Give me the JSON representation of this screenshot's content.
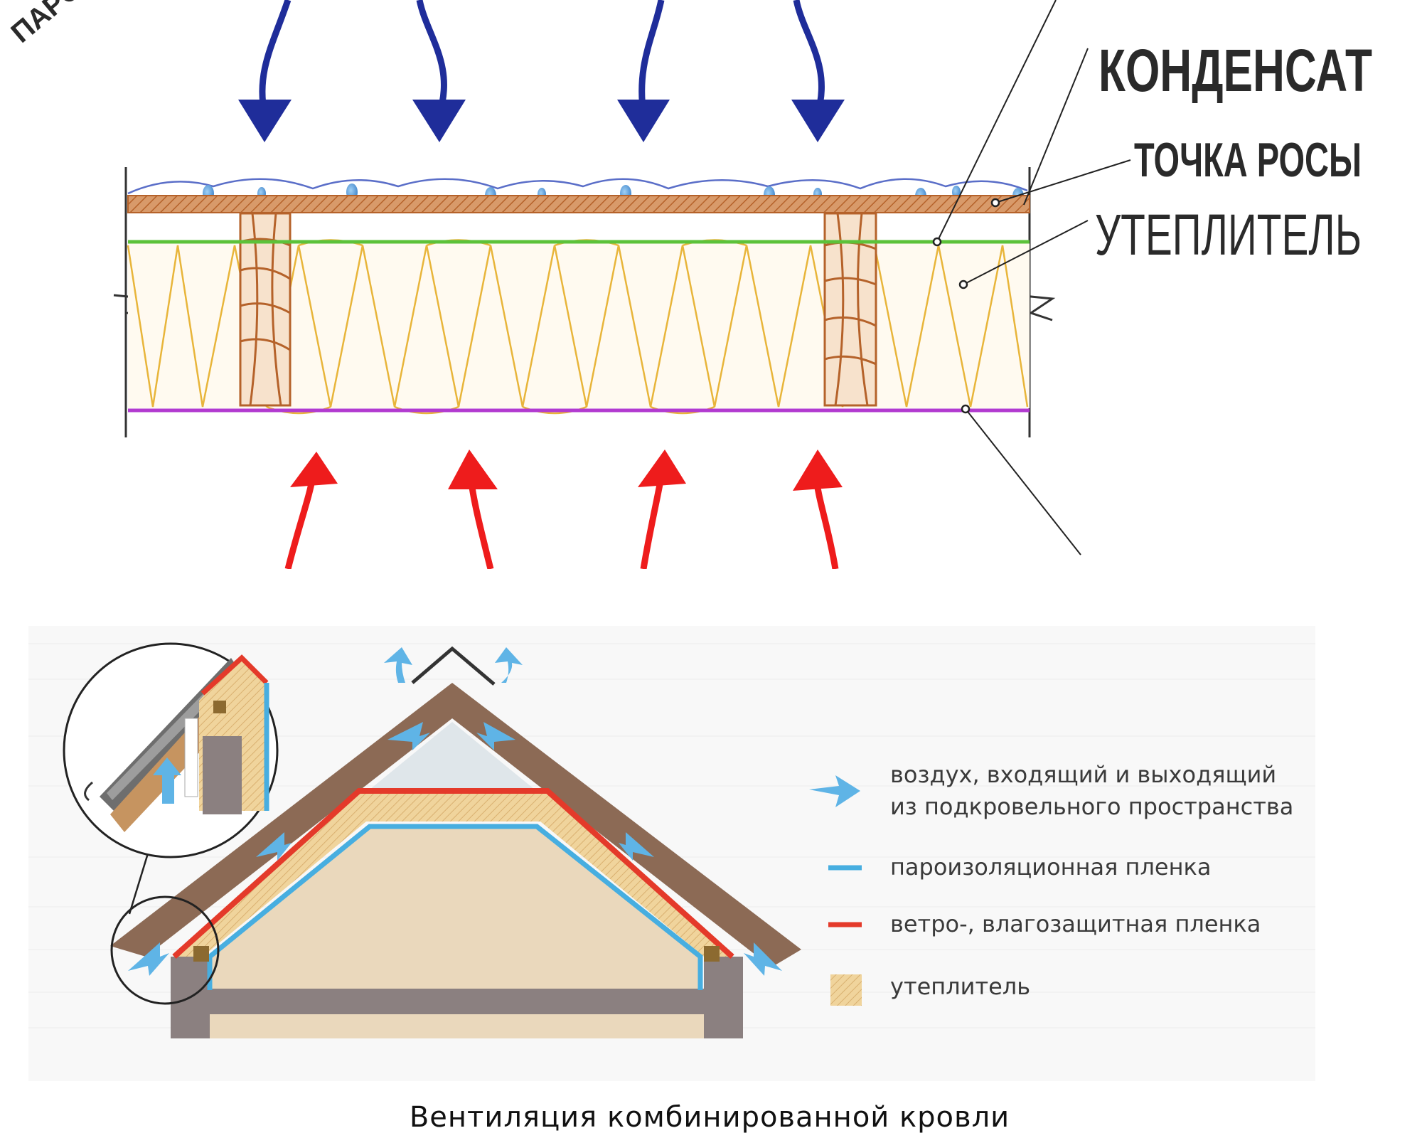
{
  "top_diagram": {
    "corner_label": "ПАРО",
    "labels": {
      "condensate": "КОНДЕНСАТ",
      "dew_point": "ТОЧКА РОСЫ",
      "insulation": "УТЕПЛИТЕЛЬ"
    }
  },
  "bottom_diagram": {
    "legend": [
      {
        "icon": "arrow-icon",
        "color": "#5fb4e6",
        "line1": "воздух, входящий и выходящий",
        "line2": "из подкровельного пространства"
      },
      {
        "icon": "blue-line-icon",
        "color": "#47aee0",
        "line1": "пароизоляционная пленка"
      },
      {
        "icon": "red-line-icon",
        "color": "#e43a2a",
        "line1": "ветро-, влагозащитная пленка"
      },
      {
        "icon": "insulation-swatch-icon",
        "color": "#e8c890",
        "line1": "утеплитель"
      }
    ],
    "caption": "Вентиляция комбинированной кровли"
  },
  "colors": {
    "cold_arrow": "#1f2d9a",
    "warm_arrow": "#ee1c1c",
    "wood": "#b5622a",
    "insulation_line": "#e8b53a",
    "green_membrane": "#5cc23a",
    "purple_membrane": "#b23ad0",
    "roof_brown": "#8c6a55",
    "wall_gray": "#8b8080"
  }
}
